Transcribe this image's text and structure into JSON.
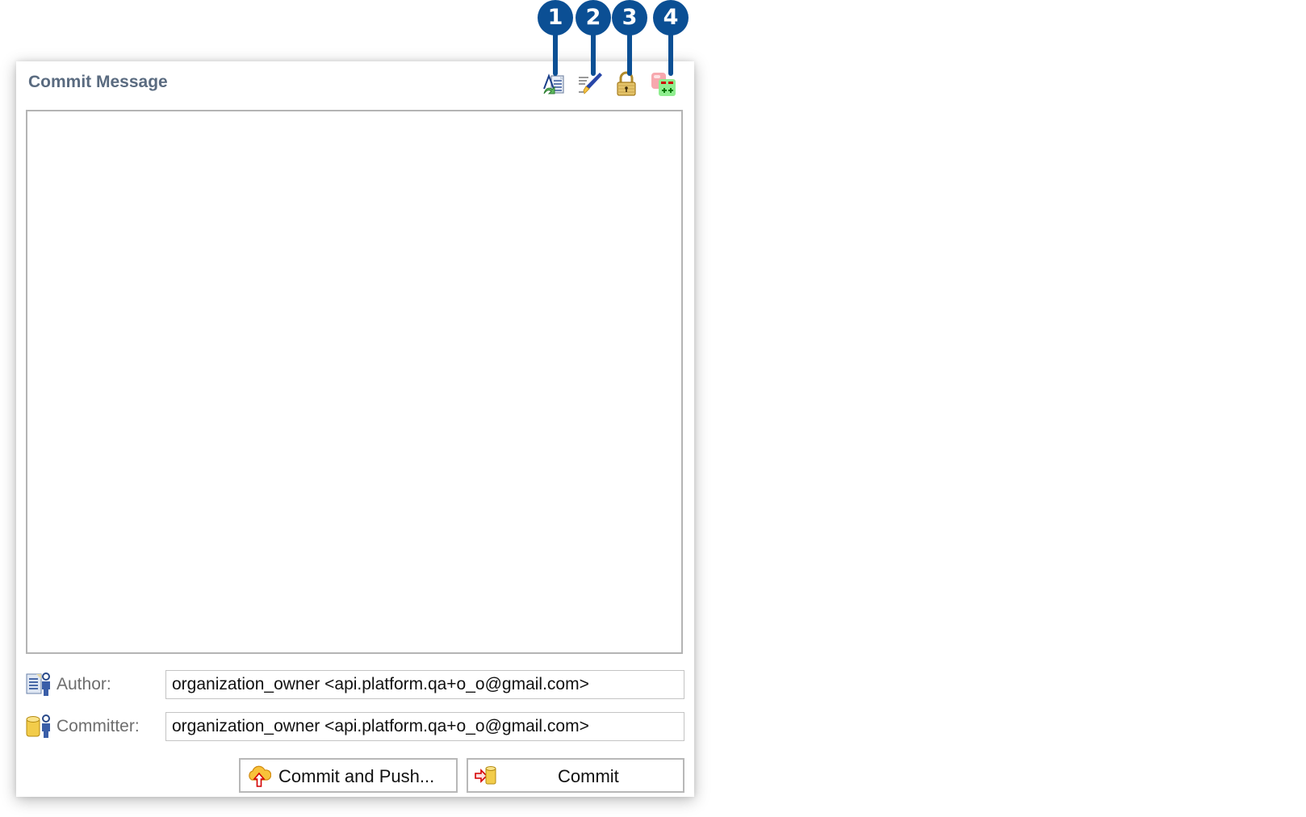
{
  "panel": {
    "title": "Commit Message",
    "toolbar": [
      {
        "name": "amend-icon",
        "tooltip": ""
      },
      {
        "name": "signed-off-icon",
        "tooltip": ""
      },
      {
        "name": "sign-commit-icon",
        "tooltip": ""
      },
      {
        "name": "change-id-icon",
        "tooltip": ""
      }
    ],
    "message": {
      "value": "",
      "placeholder": ""
    },
    "author": {
      "label": "Author:",
      "value": "organization_owner <api.platform.qa+o_o@gmail.com>"
    },
    "committer": {
      "label": "Committer:",
      "value": "organization_owner <api.platform.qa+o_o@gmail.com>"
    },
    "buttons": {
      "commit_and_push": "Commit and Push...",
      "commit": "Commit"
    }
  },
  "callouts": [
    {
      "number": "1",
      "target": "amend-icon"
    },
    {
      "number": "2",
      "target": "signed-off-icon"
    },
    {
      "number": "3",
      "target": "sign-commit-icon"
    },
    {
      "number": "4",
      "target": "change-id-icon"
    }
  ],
  "colors": {
    "callout": "#0b4f94",
    "title": "#5a6b80",
    "label": "#6e6e6e"
  }
}
